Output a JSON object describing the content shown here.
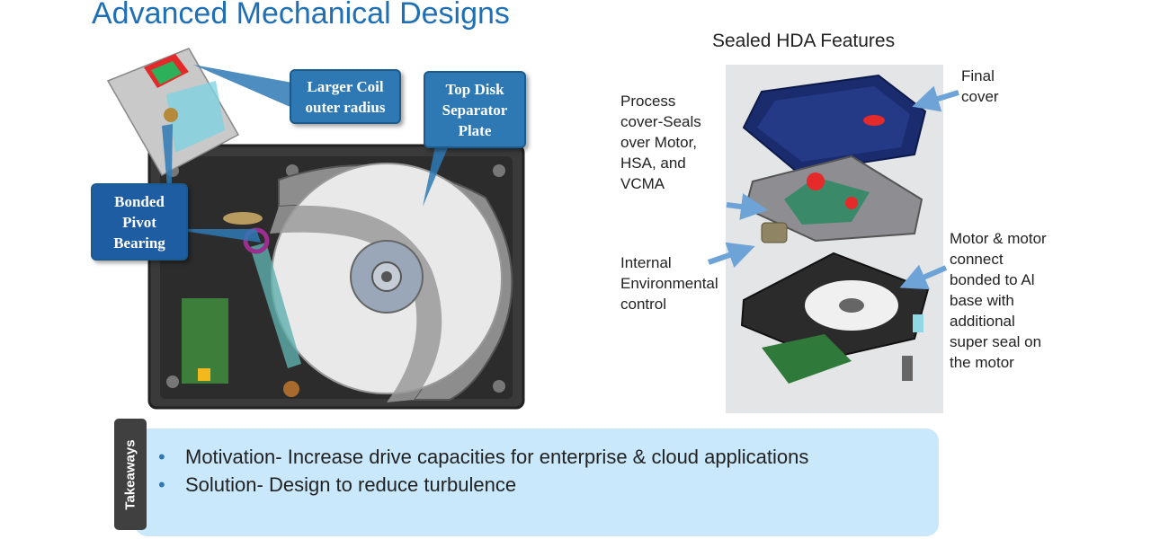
{
  "slide": {
    "title": "Advanced Mechanical Designs"
  },
  "left_figure": {
    "callouts": [
      {
        "id": "coil",
        "text": "Larger Coil\nouter radius"
      },
      {
        "id": "plate",
        "text": "Top Disk\nSeparator\nPlate"
      },
      {
        "id": "pivot",
        "text": "Bonded\nPivot\nBearing"
      }
    ]
  },
  "right_figure": {
    "title": "Sealed HDA Features",
    "labels": [
      {
        "id": "final_cover",
        "text": "Final\ncover"
      },
      {
        "id": "process_cover",
        "text": "Process\ncover-Seals\nover Motor,\nHSA, and\nVCMA"
      },
      {
        "id": "environmental",
        "text": "Internal\nEnvironmental\ncontrol"
      },
      {
        "id": "motor",
        "text": "Motor & motor\nconnect\nbonded to Al\nbase with\nadditional\nsuper seal on\nthe motor"
      }
    ]
  },
  "takeaways": {
    "tab_label": "Takeaways",
    "bullet_glyph": "•",
    "items": [
      "Motivation- Increase drive capacities for enterprise & cloud applications",
      "Solution- Design to reduce turbulence"
    ]
  },
  "colors": {
    "title": "#1f6fb5",
    "callout_fill": "#2e79b4",
    "takeaway_fill": "#c9e8fb",
    "tab_fill": "#404040"
  }
}
